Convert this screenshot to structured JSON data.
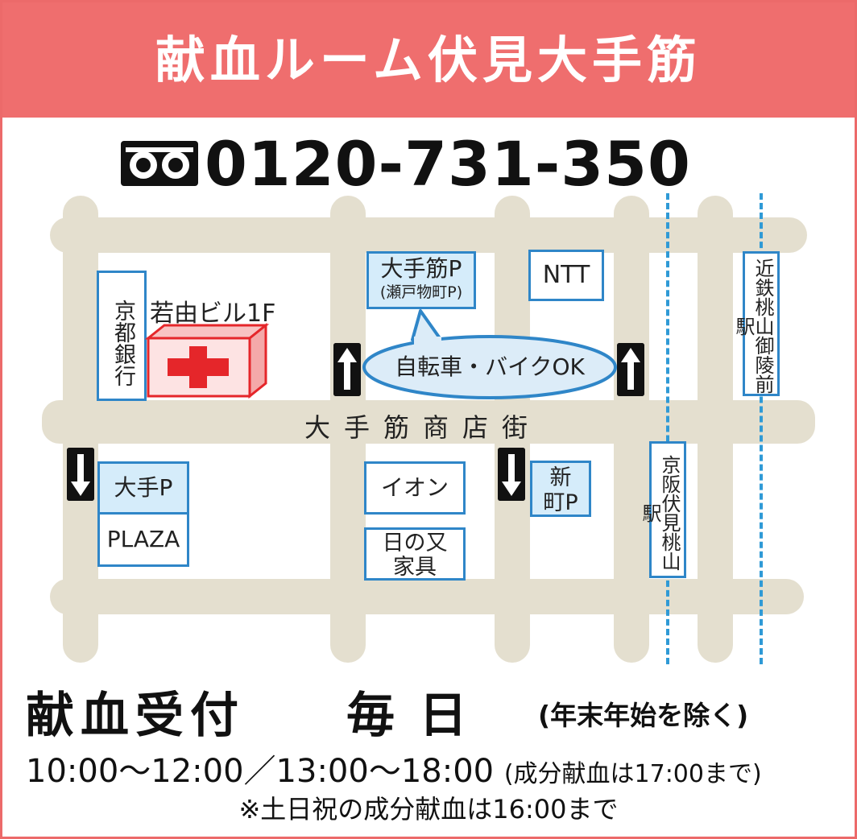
{
  "header": {
    "title": "献血ルーム伏見大手筋"
  },
  "phone": {
    "icon": "freedial-icon",
    "number": "0120-731-350"
  },
  "map": {
    "street": "大手筋商店街",
    "building": "若由ビル1F",
    "bank": "京都銀行",
    "parking_otesuji_line1": "大手筋P",
    "parking_otesuji_line2": "(瀬戸物町P)",
    "ntt": "NTT",
    "bike_ok": "自転車・バイクOK",
    "parking_ote": "大手P",
    "plaza": "PLAZA",
    "aeon": "イオン",
    "furniture_line1": "日の又",
    "furniture_line2": "家具",
    "parking_shinmachi": "新町P",
    "station_keihan": "京阪伏見桃山駅",
    "station_kintetsu": "近鉄桃山御陵前駅",
    "rail_color": "#2f9ad6",
    "road_color": "#e4dfcf",
    "cross_color": "#e5262a"
  },
  "footer": {
    "title": "献血受付",
    "daily": "毎日",
    "exception": "(年末年始を除く)",
    "hours": "10:00〜12:00／13:00〜18:00",
    "hours_note": "(成分献血は17:00まで)",
    "weekend_note": "※土日祝の成分献血は16:00まで"
  },
  "colors": {
    "header_bg": "#ef6e6e",
    "frame": "#ec6a6a",
    "label_border": "#2f86c8"
  }
}
